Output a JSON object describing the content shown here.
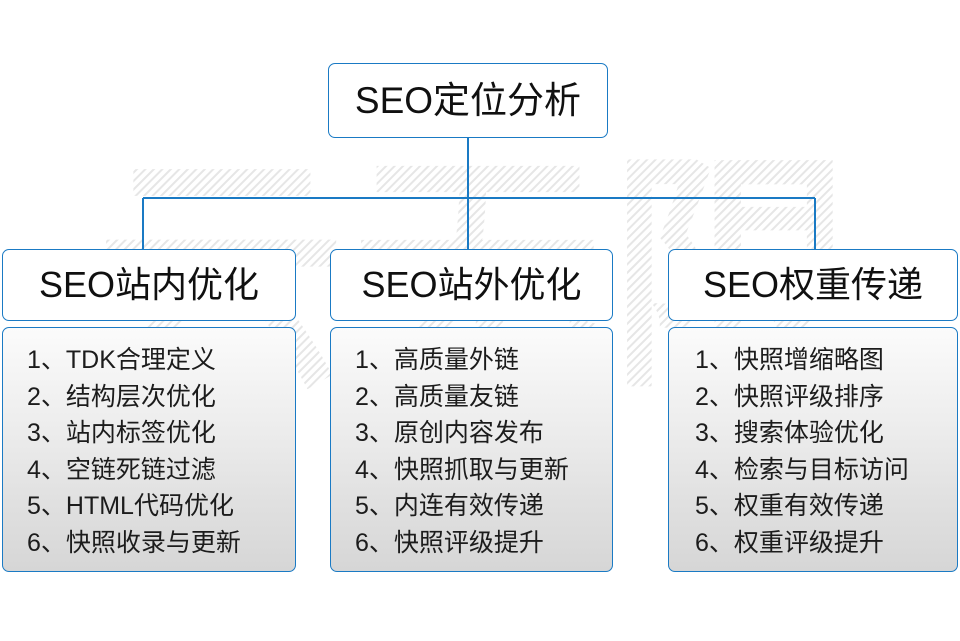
{
  "diagram": {
    "title": "SEO定位分析",
    "accent_color": "#1a7ac4",
    "text_color": "#101010",
    "background_color": "#ffffff",
    "watermark": "云无限",
    "root": {
      "label": "SEO定位分析"
    },
    "columns": [
      {
        "id": "seo-onsite",
        "header": "SEO站内优化",
        "items": [
          "1、TDK合理定义",
          "2、结构层次优化",
          "3、站内标签优化",
          "4、空链死链过滤",
          "5、HTML代码优化",
          "6、快照收录与更新"
        ]
      },
      {
        "id": "seo-offsite",
        "header": "SEO站外优化",
        "items": [
          "1、高质量外链",
          "2、高质量友链",
          "3、原创内容发布",
          "4、快照抓取与更新",
          "5、内连有效传递",
          "6、快照评级提升"
        ]
      },
      {
        "id": "seo-weight",
        "header": "SEO权重传递",
        "items": [
          "1、快照增缩略图",
          "2、快照评级排序",
          "3、搜索体验优化",
          "4、检索与目标访问",
          "5、权重有效传递",
          "6、权重评级提升"
        ]
      }
    ]
  }
}
